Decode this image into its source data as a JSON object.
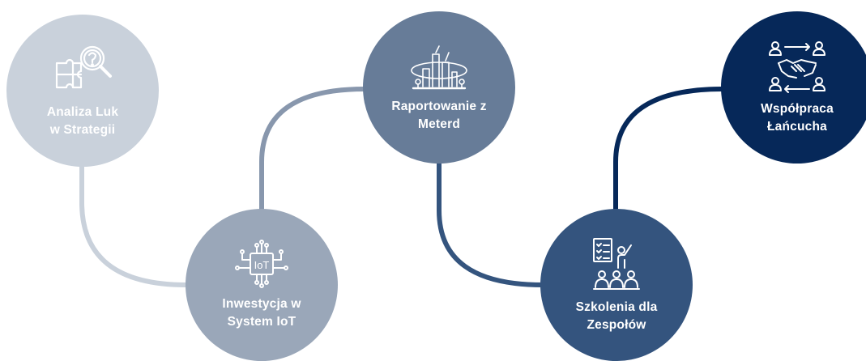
{
  "colors": {
    "node1": "#c9d1db",
    "node2": "#9aa7b9",
    "node3": "#677c98",
    "node4": "#34547e",
    "node5": "#062859"
  },
  "nodes": [
    {
      "line1": "Analiza Luk",
      "line2": "w Strategii",
      "icon": "puzzle-magnifier-icon"
    },
    {
      "line1": "Inwestycja w",
      "line2": "System IoT",
      "icon": "iot-chip-icon"
    },
    {
      "line1": "Raportowanie z",
      "line2": "Meterd",
      "icon": "city-report-icon"
    },
    {
      "line1": "Szkolenia dla",
      "line2": "Zespołów",
      "icon": "training-presenter-icon"
    },
    {
      "line1": "Współpraca",
      "line2": "Łańcucha",
      "icon": "handshake-cycle-icon"
    }
  ]
}
